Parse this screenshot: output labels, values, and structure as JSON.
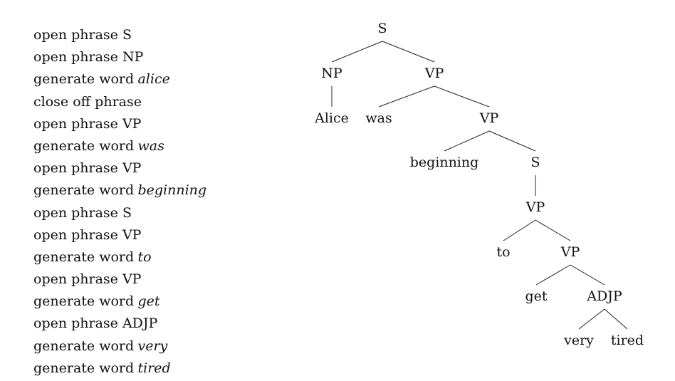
{
  "actions": [
    {
      "text": "open phrase S",
      "arg": ""
    },
    {
      "text": "open phrase NP",
      "arg": ""
    },
    {
      "text": "generate word",
      "arg": "alice"
    },
    {
      "text": "close off phrase",
      "arg": ""
    },
    {
      "text": "open phrase VP",
      "arg": ""
    },
    {
      "text": "generate word",
      "arg": "was"
    },
    {
      "text": "open phrase VP",
      "arg": ""
    },
    {
      "text": "generate word",
      "arg": "beginning"
    },
    {
      "text": "open phrase S",
      "arg": ""
    },
    {
      "text": "open phrase VP",
      "arg": ""
    },
    {
      "text": "generate word",
      "arg": "to"
    },
    {
      "text": "open phrase VP",
      "arg": ""
    },
    {
      "text": "generate word",
      "arg": "get"
    },
    {
      "text": "open phrase ADJP",
      "arg": ""
    },
    {
      "text": "generate word",
      "arg": "very"
    },
    {
      "text": "generate word",
      "arg": "tired"
    }
  ],
  "tree": {
    "label": "S",
    "children": [
      {
        "label": "NP",
        "children": [
          {
            "label": "Alice"
          }
        ]
      },
      {
        "label": "VP",
        "children": [
          {
            "label": "was"
          },
          {
            "label": "VP",
            "children": [
              {
                "label": "beginning"
              },
              {
                "label": "S",
                "children": [
                  {
                    "label": "VP",
                    "children": [
                      {
                        "label": "to"
                      },
                      {
                        "label": "VP",
                        "children": [
                          {
                            "label": "get"
                          },
                          {
                            "label": "ADJP",
                            "children": [
                              {
                                "label": "very"
                              },
                              {
                                "label": "tired"
                              }
                            ]
                          }
                        ]
                      }
                    ]
                  }
                ]
              }
            ]
          }
        ]
      }
    ]
  }
}
